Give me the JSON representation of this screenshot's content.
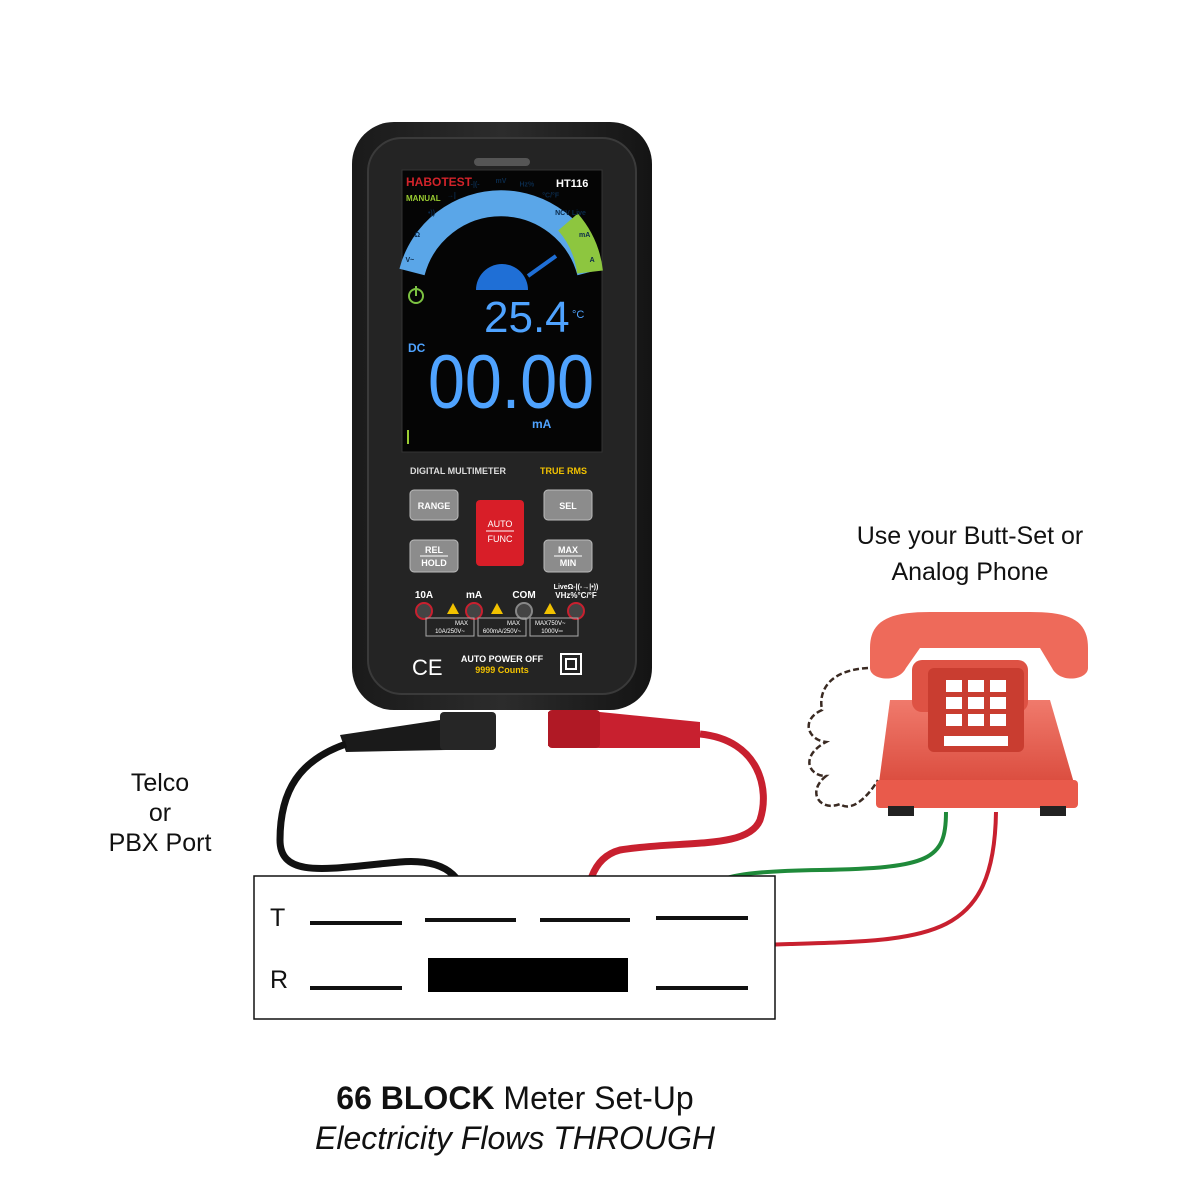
{
  "meter": {
    "brand": "HABOTEST",
    "model": "HT116",
    "mode": "MANUAL",
    "dial_icons": [
      "V~",
      "Ω",
      "•))",
      "→|",
      "-|(-",
      "mV",
      "Hz%",
      "°C/°F",
      "NCV Live",
      "mA",
      "A"
    ],
    "temp_reading": "25.4",
    "temp_unit": "°C",
    "coupling": "DC",
    "main_reading": "00.00",
    "main_unit": "mA",
    "title_line": "DIGITAL MULTIMETER",
    "true_rms": "TRUE RMS",
    "buttons": {
      "range": "RANGE",
      "auto_top": "AUTO",
      "auto_bottom": "FUNC",
      "sel": "SEL",
      "rel_top": "REL",
      "rel_bottom": "HOLD",
      "max_top": "MAX",
      "max_bottom": "MIN"
    },
    "ports": {
      "p10a": "10A",
      "pma": "mA",
      "pcom": "COM",
      "pv_line1": "LiveΩ-|(-→|•))",
      "pv_line2": "VHz%°C/°F",
      "spec1": "10A/250V~",
      "spec2": "600mA/250V~",
      "spec3": "1000V═",
      "max": "MAX",
      "max2": "MAX750V~"
    },
    "auto_power_off": "AUTO POWER OFF",
    "counts": "9999 Counts",
    "ce": "CE"
  },
  "labels": {
    "phone_caption_line1": "Use your Butt-Set or",
    "phone_caption_line2": "Analog Phone",
    "source_line1": "Telco",
    "source_line2": "or",
    "source_line3": "PBX Port",
    "block_t": "T",
    "block_r": "R",
    "title_bold": "66 BLOCK",
    "title_rest": " Meter Set-Up",
    "subtitle": "Electricity Flows THROUGH"
  },
  "colors": {
    "lead_black": "#111111",
    "lead_red": "#c8202f",
    "phone_wire_green": "#1f8a3a",
    "phone_wire_red": "#c8202f",
    "phone_body": "#e95a4b",
    "lcd_blue": "#4fa3ff",
    "brand_red": "#d2232a"
  }
}
